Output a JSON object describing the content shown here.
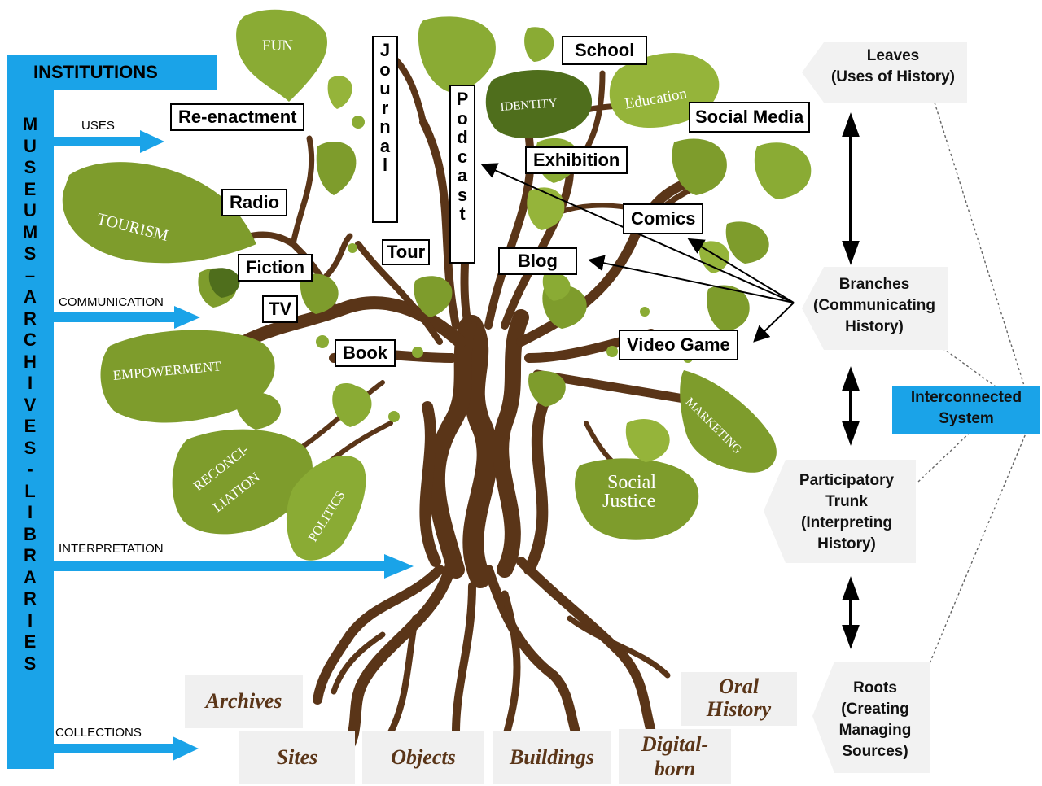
{
  "institutions": {
    "header": "INSTITUTIONS",
    "vertical_letters": [
      "M",
      "U",
      "S",
      "E",
      "U",
      "M",
      "S",
      "–",
      "A",
      "R",
      "C",
      "H",
      "I",
      "V",
      "E",
      "S",
      "-",
      "L",
      "I",
      "B",
      "R",
      "A",
      "R",
      "I",
      "E",
      "S"
    ]
  },
  "flows": {
    "uses": "USES",
    "communication": "COMMUNICATION",
    "interpretation": "INTERPRETATION",
    "collections": "COLLECTIONS"
  },
  "leaves": {
    "fun": "FUN",
    "tourism": "TOURISM",
    "empowerment": "EMPOWERMENT",
    "reconciliation_1": "RECONCI-",
    "reconciliation_2": "LIATION",
    "politics": "POLITICS",
    "identity": "IDENTITY",
    "education": "Education",
    "marketing": "MARKETING",
    "social_justice_1": "Social",
    "social_justice_2": "Justice"
  },
  "media": {
    "reenactment": "Re-enactment",
    "radio": "Radio",
    "fiction": "Fiction",
    "tv": "TV",
    "book": "Book",
    "tour": "Tour",
    "journal_letters": [
      "J",
      "o",
      "u",
      "r",
      "n",
      "a",
      "l"
    ],
    "podcast_letters": [
      "P",
      "o",
      "d",
      "c",
      "a",
      "s",
      "t"
    ],
    "school": "School",
    "exhibition": "Exhibition",
    "social_media": "Social Media",
    "comics": "Comics",
    "blog": "Blog",
    "video_game": "Video Game"
  },
  "legend": {
    "leaves_1": "Leaves",
    "leaves_2": "(Uses of History)",
    "branches_1": "Branches",
    "branches_2": "(Communicating",
    "branches_3": "History)",
    "trunk_1": "Participatory",
    "trunk_2": "Trunk",
    "trunk_3": "(Interpreting",
    "trunk_4": "History)",
    "roots_1": "Roots",
    "roots_2": "(Creating",
    "roots_3": "Managing",
    "roots_4": "Sources)",
    "system_1": "Interconnected",
    "system_2": "System"
  },
  "collections": {
    "archives": "Archives",
    "oral_history_1": "Oral",
    "oral_history_2": "History",
    "sites": "Sites",
    "objects": "Objects",
    "buildings": "Buildings",
    "digital_1": "Digital-",
    "digital_2": "born"
  },
  "colors": {
    "accent_blue": "#1aa3e8",
    "trunk_brown": "#5a3518",
    "leaf_olive": "#7e9c2c",
    "leaf_light": "#95b43a",
    "leaf_dark": "#4f6e1c"
  }
}
